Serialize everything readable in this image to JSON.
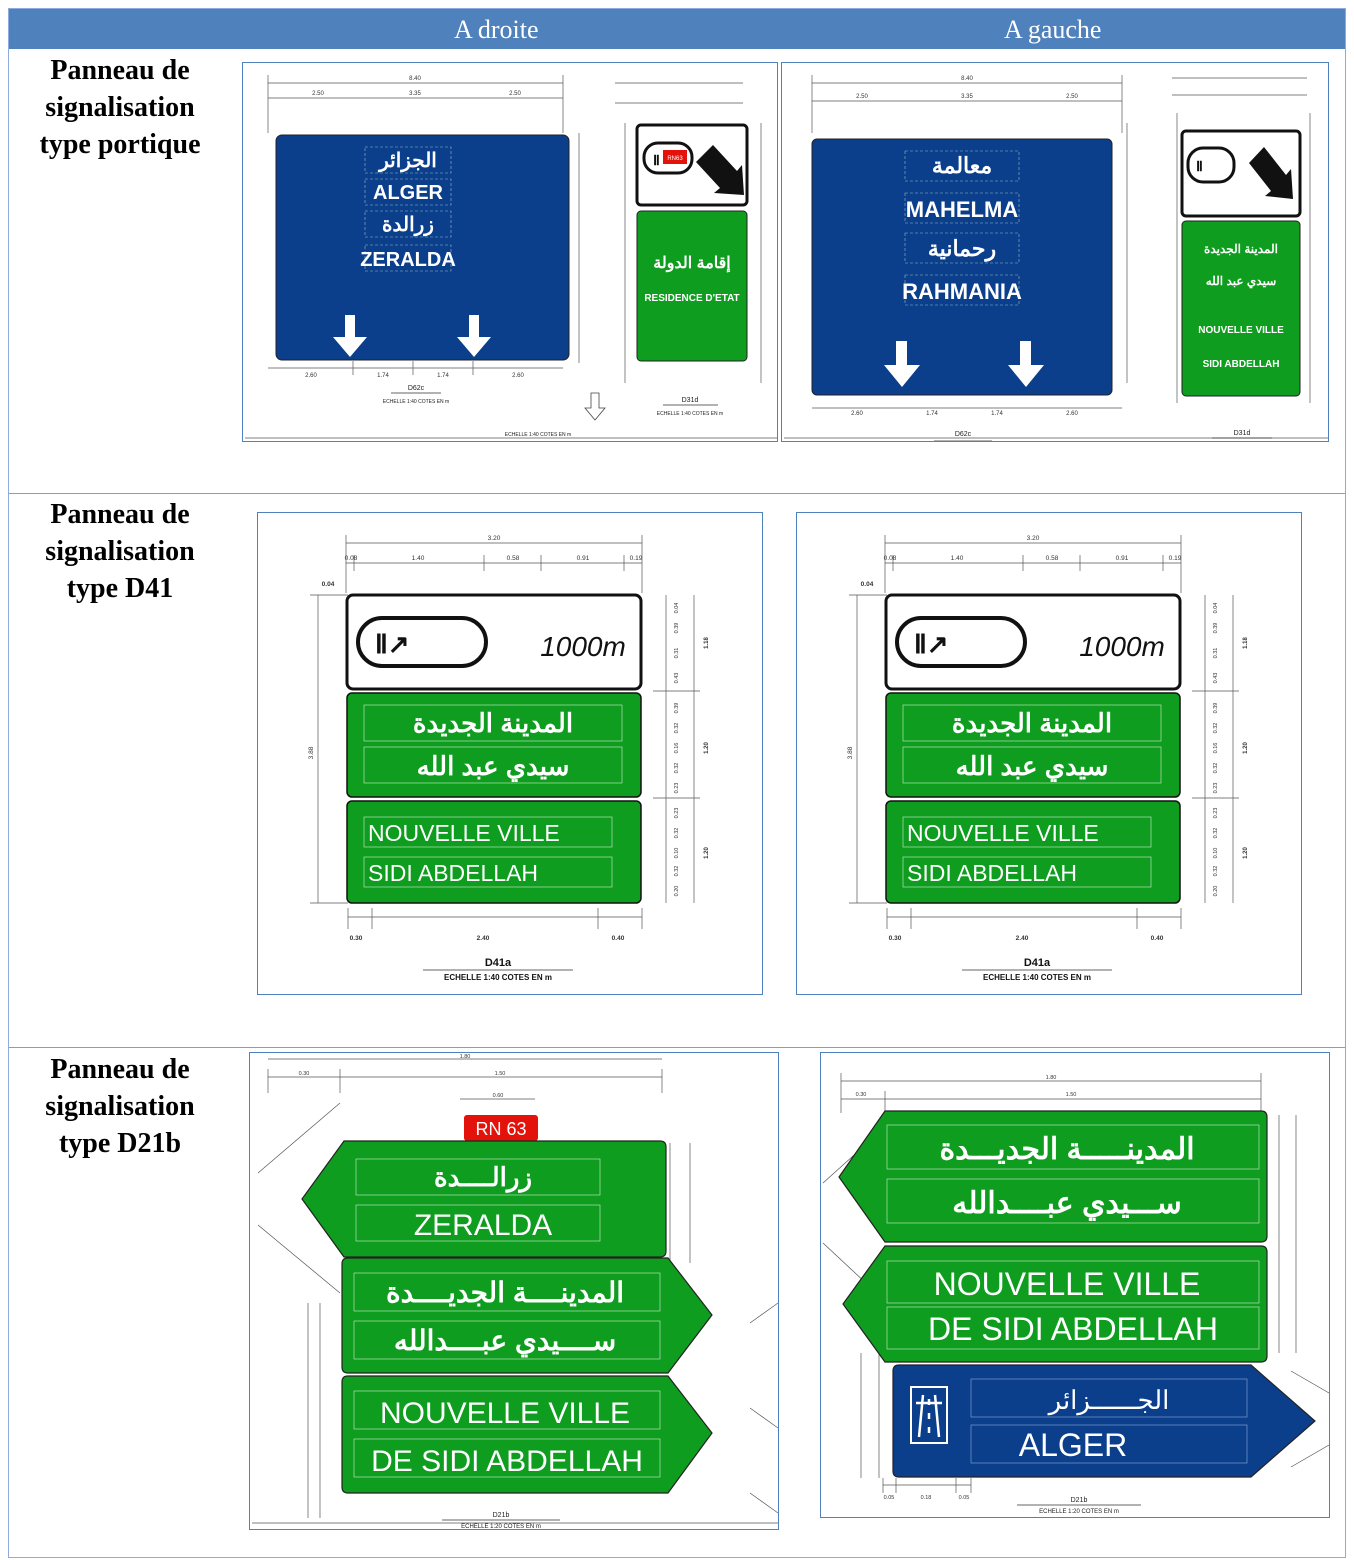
{
  "header": {
    "col_right": "A droite",
    "col_left": "A gauche"
  },
  "rows": [
    {
      "label_lines": [
        "Panneau de",
        "signalisation",
        "type portique"
      ]
    },
    {
      "label_lines": [
        "Panneau de",
        "signalisation",
        "type D41"
      ]
    },
    {
      "label_lines": [
        "Panneau de",
        "signalisation",
        "type D21b"
      ]
    }
  ],
  "colors": {
    "header_bg": "#4f81bd",
    "sign_blue": "#0b3f8c",
    "sign_green": "#0f9d1f",
    "sign_red": "#e3120b"
  },
  "portique_right": {
    "main_sign": [
      "الجزائر",
      "ALGER",
      "زرالدة",
      "ZERALDA"
    ],
    "side_badge": "RN63",
    "side_green": [
      "إقامة الدولة",
      "RESIDENCE D'ETAT"
    ],
    "caption_main": "D62c",
    "caption_side": "D31d",
    "scale_main": "ECHELLE 1:40 COTES EN m",
    "scale_side": "ECHELLE 1:40 COTES EN m",
    "scale_bottom": "ECHELLE 1:40 COTES EN m",
    "dims_top": [
      "2.50",
      "3.35",
      "2.50"
    ],
    "dim_total": "8.40",
    "dims_bottom": [
      "2.60",
      "1.74",
      "1.74",
      "2.60"
    ]
  },
  "portique_left": {
    "main_sign": [
      "معالمة",
      "MAHELMA",
      "رحمانية",
      "RAHMANIA"
    ],
    "side_green": [
      "المدينة الجديدة",
      "سيدي عبد الله",
      "NOUVELLE VILLE",
      "SIDI ABDELLAH"
    ],
    "caption_main": "D62c",
    "caption_side": "D31d",
    "dims_top": [
      "2.50",
      "3.35",
      "2.50"
    ],
    "dim_total": "8.40",
    "dims_bottom": [
      "2.60",
      "1.74",
      "1.74",
      "2.60"
    ]
  },
  "d41": {
    "distance": "1000m",
    "arabic": [
      "المدينة الجديدة",
      "سيدي عبد الله"
    ],
    "french": [
      "NOUVELLE VILLE",
      "SIDI ABDELLAH"
    ],
    "dim_total_w": "3.20",
    "dims_top": [
      "0.08",
      "1.40",
      "0.58",
      "0.91",
      "0.19"
    ],
    "dim_left_small": "0.04",
    "dim_height": "3.88",
    "dims_right": [
      "0.04",
      "0.39",
      "0.31",
      "0.43",
      "0.39",
      "0.32",
      "0.16",
      "0.32",
      "0.23",
      "0.23",
      "0.32",
      "0.10",
      "0.32",
      "0.20"
    ],
    "dims_right_outer": [
      "1.18",
      "1.20",
      "1.20"
    ],
    "dims_bottom": [
      "0.30",
      "2.40",
      "0.40"
    ],
    "caption": "D41a",
    "scale": "ECHELLE 1:40 COTES EN m"
  },
  "d21b_right": {
    "badge": "RN 63",
    "top_dims": [
      "1.80",
      "0.30",
      "1.50",
      "0.60"
    ],
    "sign1": [
      "زرالــــدة",
      "ZERALDA"
    ],
    "sign2": [
      "المدينــــة الجديــــدة",
      "ســــيدي عبــــدالله"
    ],
    "sign3": [
      "NOUVELLE VILLE",
      "DE SIDI ABDELLAH"
    ],
    "caption": "D21b",
    "scale": "ECHELLE 1:20 COTES EN m"
  },
  "d21b_left": {
    "top_dims": [
      "1.80",
      "0.30",
      "1.50"
    ],
    "sign1": [
      "المدينـــــة الجديـــدة",
      "ســـيدي عبــــدالله"
    ],
    "sign2": [
      "NOUVELLE VILLE",
      "DE SIDI ABDELLAH"
    ],
    "sign3": [
      "الجــــــزائر",
      "ALGER"
    ],
    "bottom_dims": [
      "0.05",
      "0.18",
      "0.05"
    ],
    "caption": "D21b",
    "scale": "ECHELLE 1:20 COTES EN m"
  }
}
